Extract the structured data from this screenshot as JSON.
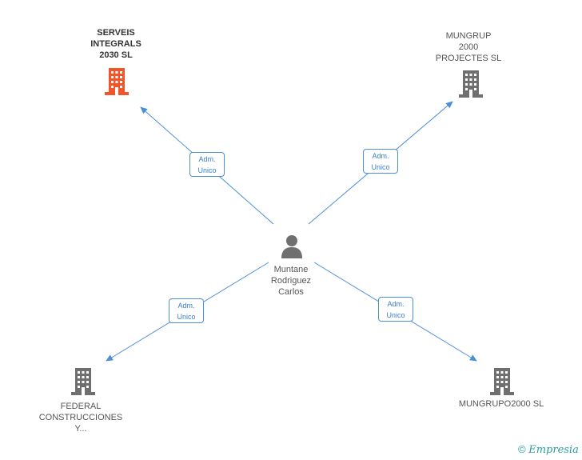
{
  "center": {
    "name": "Muntane\nRodriguez\nCarlos"
  },
  "companies": [
    {
      "id": "nw",
      "name": "SERVEIS\nINTEGRALS\n2030  SL",
      "highlight": true
    },
    {
      "id": "ne",
      "name": "MUNGRUP\n2000\nPROJECTES  SL",
      "highlight": false
    },
    {
      "id": "sw",
      "name": "FEDERAL\nCONSTRUCCIONES\nY...",
      "highlight": false
    },
    {
      "id": "se",
      "name": "MUNGRUPO2000 SL",
      "highlight": false
    }
  ],
  "relations": [
    {
      "to": "nw",
      "label": "Adm.\nUnico"
    },
    {
      "to": "ne",
      "label": "Adm.\nUnico"
    },
    {
      "to": "sw",
      "label": "Adm.\nUnico"
    },
    {
      "to": "se",
      "label": "Adm.\nUnico"
    }
  ],
  "colors": {
    "edge": "#4a8fd8",
    "building": "#6f6f6f",
    "highlight": "#f0552b",
    "person": "#6f6f6f"
  },
  "icons": {
    "company": "building-icon",
    "person": "person-icon",
    "copyright": "copyright-icon"
  },
  "footer": {
    "copyright": "©",
    "brand": "Empresia"
  }
}
